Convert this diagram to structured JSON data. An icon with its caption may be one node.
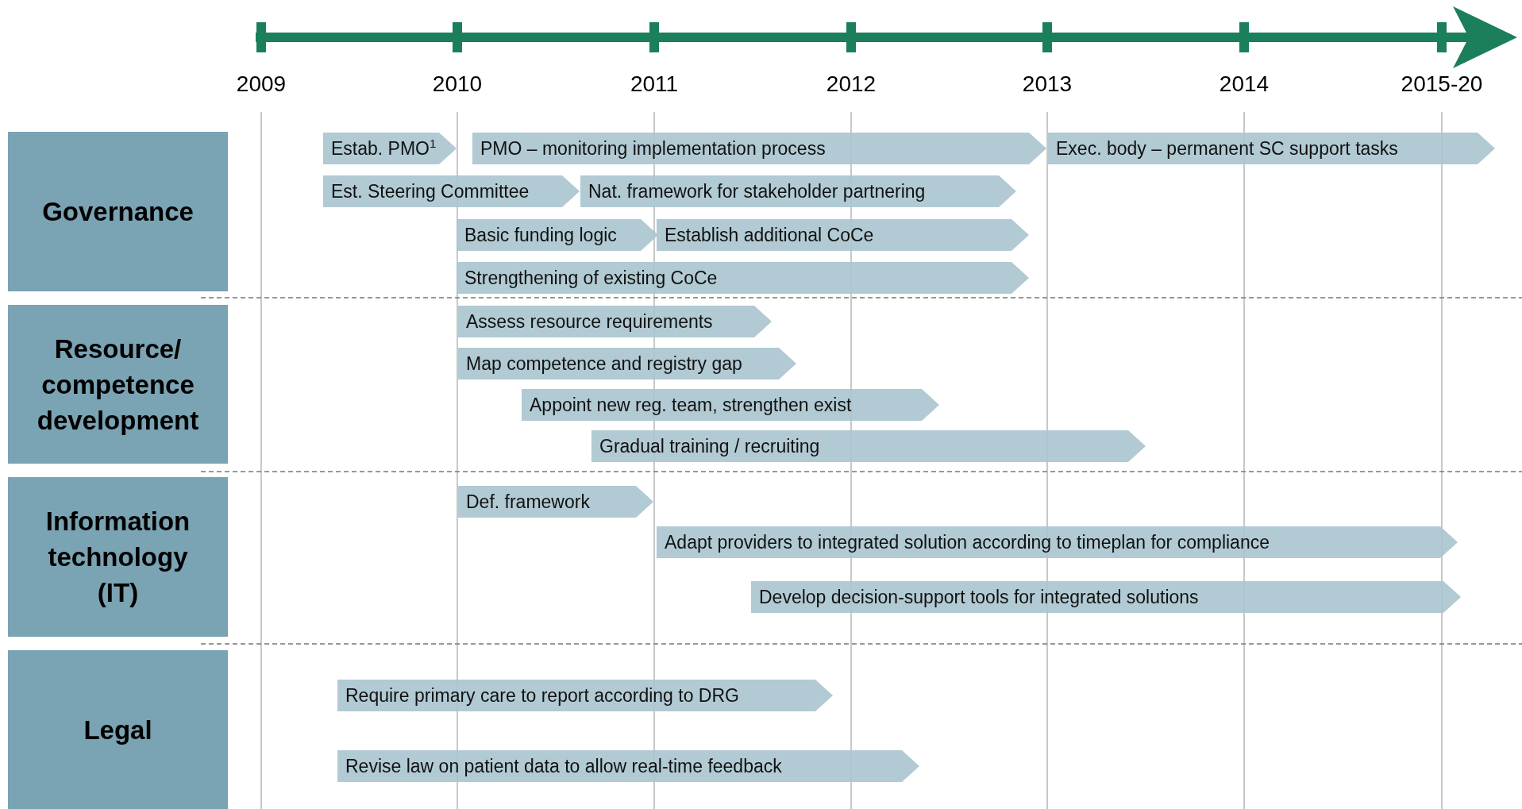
{
  "diagram": {
    "nodes": [
      {
        "text": [
          "Governance"
        ]
      },
      {
        "text": [
          "Estab. PMO$^{1}$"
        ]
      },
      {
        "text": [
          "PMO – monitoring implementation process"
        ]
      },
      {
        "text": [
          "Exec. body – permanent SC support tasks"
        ]
      },
      {
        "text": [
          "Est. Steering Committee"
        ]
      },
      {
        "text": [
          "Nat. framework for stakeholder partnering"
        ]
      },
      {
        "text": [
          "Basic funding logic"
        ]
      },
      {
        "text": [
          "Establish additional CoCe"
        ]
      },
      {
        "text": [
          "Strengthening of existing CoCe"
        ]
      },
      {
        "text": [
          "Resource/ competence development"
        ]
      },
      {
        "text": [
          "Assess resource requirements"
        ]
      },
      {
        "text": [
          "Map competence and registry gap"
        ]
      },
      {
        "text": [
          "Appoint new reg. team, strengthen exist"
        ]
      },
      {
        "text": [
          "Gradual training / recruiting"
        ]
      },
      {
        "text": [
          "Information technology (IT)"
        ]
      },
      {
        "text": [
          "Def. framework"
        ]
      },
      {
        "text": [
          "Adapt providers to integrated solution according to timeplan for compliance"
        ]
      },
      {
        "text": [
          "Develop decision-support tools for integrated solutions"
        ]
      },
      {
        "text": [
          "Legal"
        ]
      },
      {
        "text": [
          "Require primary care to report according to DRG"
        ]
      },
      {
        "text": [
          "Revise law on patient data to allow real-time feedback"
        ]
      }
    ],
    "edges": [],
    "labels": [
      "2009",
      "2010",
      "2011",
      "2012",
      "2013",
      "2014",
      "2015-20"
    ]
  }
}
